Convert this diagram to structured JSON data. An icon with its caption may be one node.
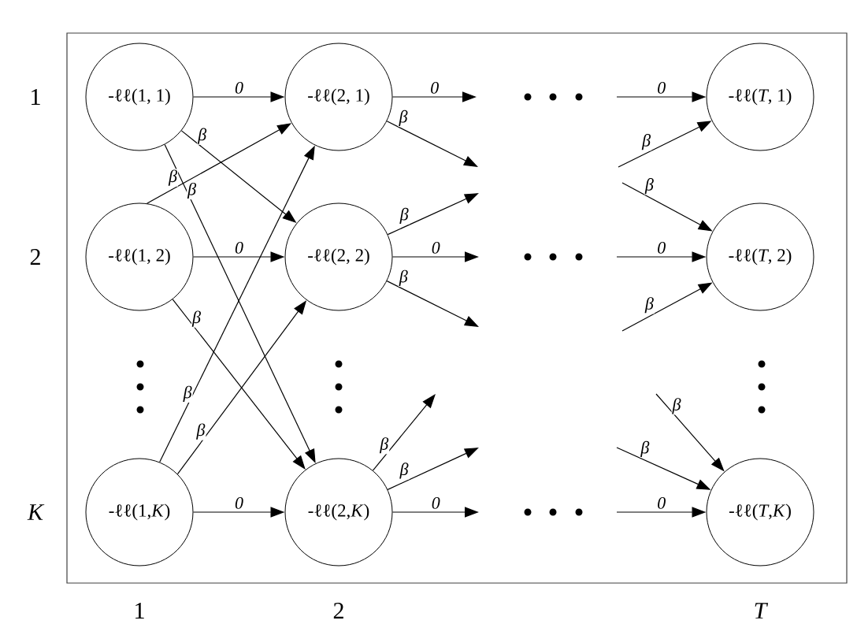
{
  "diagram": {
    "nodes": [
      {
        "text": [
          "-ℓℓ(1, 1)"
        ]
      },
      {
        "text": [
          "-ℓℓ(2, 1)"
        ]
      },
      {
        "text": [
          "-ℓℓ(*T*, 1)"
        ]
      },
      {
        "text": [
          "-ℓℓ(1, 2)"
        ]
      },
      {
        "text": [
          "-ℓℓ(2, 2)"
        ]
      },
      {
        "text": [
          "-ℓℓ(*T*, 2)"
        ]
      },
      {
        "text": [
          "-ℓℓ(1,*K*)"
        ]
      },
      {
        "text": [
          "-ℓℓ(2,*K*)"
        ]
      },
      {
        "text": [
          "-ℓℓ(*T*,*K*)"
        ]
      }
    ],
    "edges": [
      {
        "from": 0,
        "to": 1,
        "arrow": "to",
        "label": "0"
      },
      {
        "from": 0,
        "to": 4,
        "arrow": "to",
        "label": "β"
      },
      {
        "from": 0,
        "to": 7,
        "arrow": "to",
        "label": "β"
      },
      {
        "from": 3,
        "to": 1,
        "arrow": "to",
        "label": "β"
      },
      {
        "from": 3,
        "to": 4,
        "arrow": "to",
        "label": "0"
      },
      {
        "from": 3,
        "to": 7,
        "arrow": "to",
        "label": "β"
      },
      {
        "from": 6,
        "to": 1,
        "arrow": "to",
        "label": "β"
      },
      {
        "from": 6,
        "to": 4,
        "arrow": "to",
        "label": "β"
      },
      {
        "from": 6,
        "to": 7,
        "arrow": "to",
        "label": "0"
      },
      {
        "from": 1,
        "to": null,
        "arrow": "to",
        "label": "0"
      },
      {
        "from": 1,
        "to": null,
        "arrow": "to",
        "label": "β"
      },
      {
        "from": 4,
        "to": null,
        "arrow": "to",
        "label": "β"
      },
      {
        "from": 4,
        "to": null,
        "arrow": "to",
        "label": "0"
      },
      {
        "from": 4,
        "to": null,
        "arrow": "to",
        "label": "β"
      },
      {
        "from": 7,
        "to": null,
        "arrow": "to",
        "label": "β"
      },
      {
        "from": 7,
        "to": null,
        "arrow": "to",
        "label": "β"
      },
      {
        "from": 7,
        "to": null,
        "arrow": "to",
        "label": "0"
      },
      {
        "from": null,
        "to": 2,
        "arrow": "to",
        "label": "0"
      },
      {
        "from": null,
        "to": 2,
        "arrow": "to",
        "label": "β"
      },
      {
        "from": null,
        "to": 5,
        "arrow": "to",
        "label": "β"
      },
      {
        "from": null,
        "to": 5,
        "arrow": "to",
        "label": "0"
      },
      {
        "from": null,
        "to": 5,
        "arrow": "to",
        "label": "β"
      },
      {
        "from": null,
        "to": 8,
        "arrow": "to",
        "label": "β"
      },
      {
        "from": null,
        "to": 8,
        "arrow": "to",
        "label": "β"
      },
      {
        "from": null,
        "to": 8,
        "arrow": "to",
        "label": "0"
      }
    ],
    "labels": [
      "1",
      "2",
      "K",
      "1",
      "2",
      "T"
    ]
  }
}
